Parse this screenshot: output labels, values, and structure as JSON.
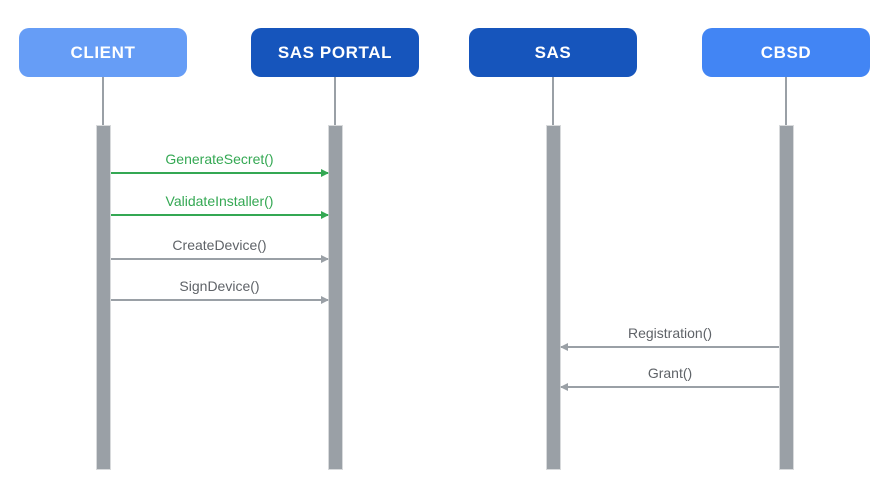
{
  "diagram": {
    "type": "sequence-diagram",
    "background_color": "#FFFFFF",
    "actors": [
      {
        "id": "client",
        "label": "CLIENT",
        "color": "#669DF6",
        "text_color": "#FFFFFF"
      },
      {
        "id": "sas-portal",
        "label": "SAS PORTAL",
        "color": "#1655BC",
        "text_color": "#FFFFFF"
      },
      {
        "id": "sas",
        "label": "SAS",
        "color": "#1655BC",
        "text_color": "#FFFFFF"
      },
      {
        "id": "cbsd",
        "label": "CBSD",
        "color": "#4285F4",
        "text_color": "#FFFFFF"
      }
    ],
    "lifeline_color": "#9AA0A6",
    "messages": [
      {
        "label": "GenerateSecret()",
        "from": "CLIENT",
        "to": "SAS PORTAL",
        "direction": "right",
        "color": "#34A853"
      },
      {
        "label": "ValidateInstaller()",
        "from": "CLIENT",
        "to": "SAS PORTAL",
        "direction": "right",
        "color": "#34A853"
      },
      {
        "label": "CreateDevice()",
        "from": "CLIENT",
        "to": "SAS PORTAL",
        "direction": "right",
        "color": "#9AA0A6"
      },
      {
        "label": "SignDevice()",
        "from": "CLIENT",
        "to": "SAS PORTAL",
        "direction": "right",
        "color": "#9AA0A6"
      },
      {
        "label": "Registration()",
        "from": "CBSD",
        "to": "SAS",
        "direction": "left",
        "color": "#9AA0A6"
      },
      {
        "label": "Grant()",
        "from": "CBSD",
        "to": "SAS",
        "direction": "left",
        "color": "#9AA0A6"
      }
    ]
  }
}
